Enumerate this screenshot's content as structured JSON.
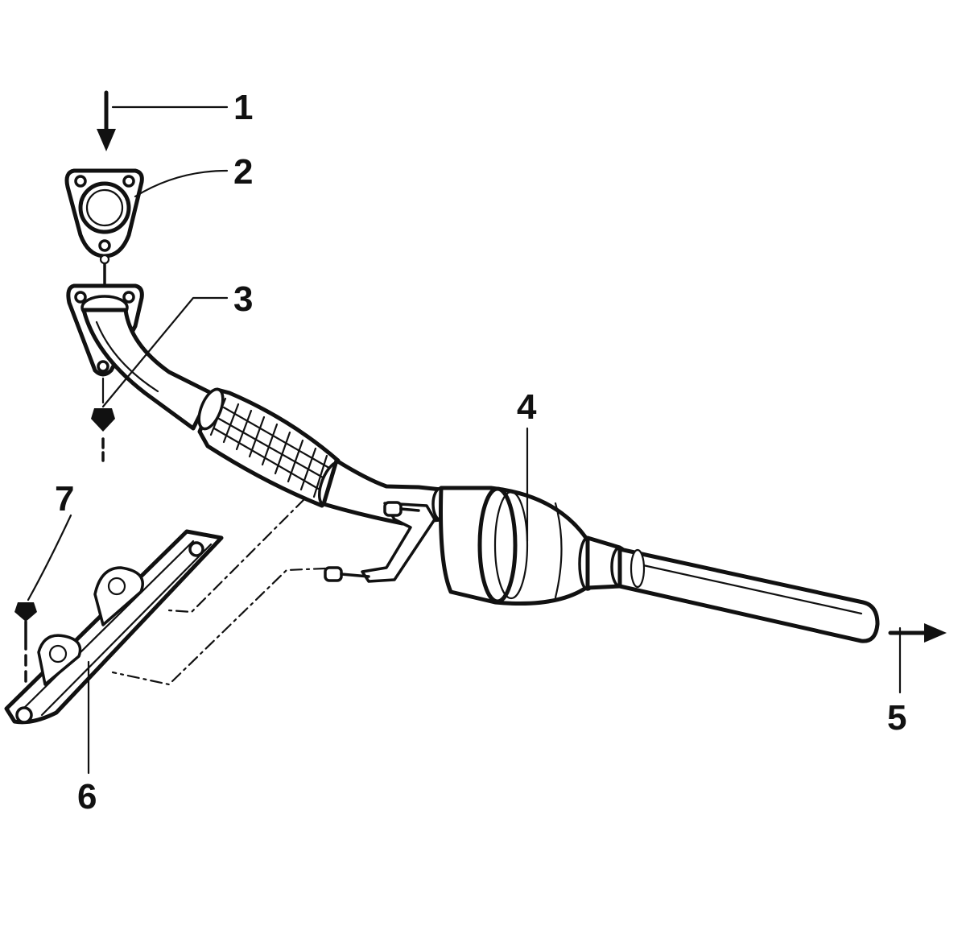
{
  "diagram": {
    "callouts": [
      {
        "id": "1",
        "label": "1"
      },
      {
        "id": "2",
        "label": "2"
      },
      {
        "id": "3",
        "label": "3"
      },
      {
        "id": "4",
        "label": "4"
      },
      {
        "id": "5",
        "label": "5"
      },
      {
        "id": "6",
        "label": "6"
      },
      {
        "id": "7",
        "label": "7"
      }
    ],
    "colors": {
      "ink": "#111111",
      "background": "#ffffff"
    }
  }
}
